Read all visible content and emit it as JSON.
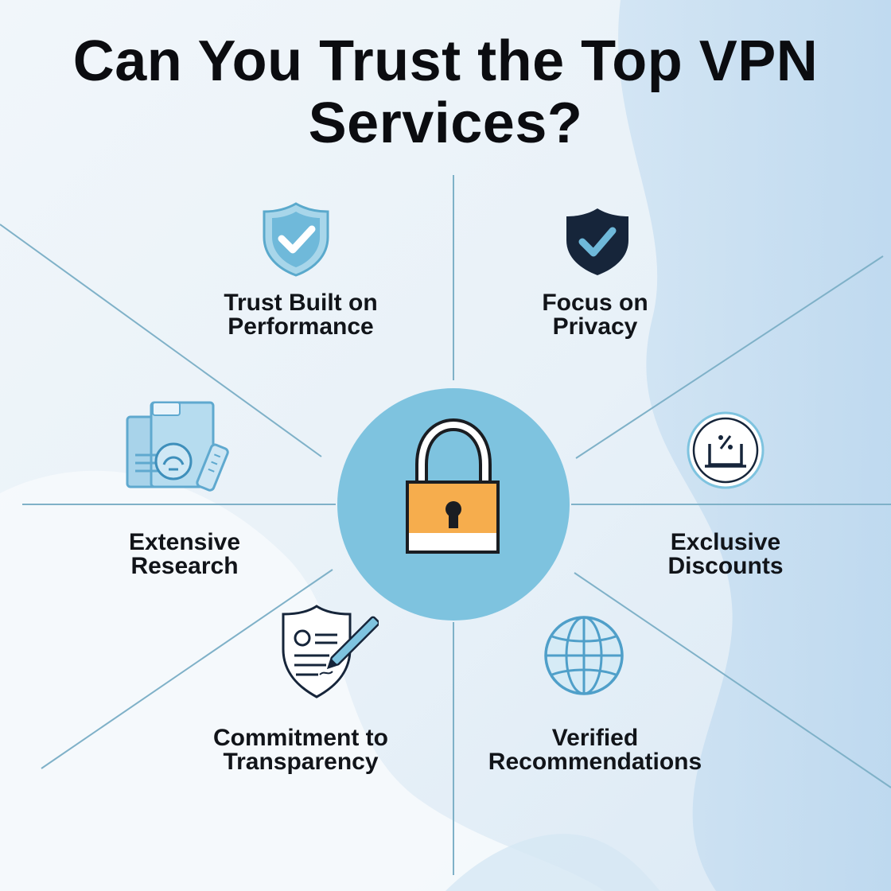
{
  "title": {
    "line1": "Can You Trust the Top VPN",
    "line2": "Services?"
  },
  "items": [
    {
      "id": "trust",
      "line1": "Trust Built on",
      "line2": "Performance",
      "icon": "shield-check-icon"
    },
    {
      "id": "privacy",
      "line1": "Focus on",
      "line2": "Privacy",
      "icon": "dark-shield-check-icon"
    },
    {
      "id": "research",
      "line1": "Extensive",
      "line2": "Research",
      "icon": "documents-icon"
    },
    {
      "id": "discounts",
      "line1": "Exclusive",
      "line2": "Discounts",
      "icon": "discount-laptop-icon"
    },
    {
      "id": "transparency",
      "line1": "Commitment to",
      "line2": "Transparency",
      "icon": "document-pen-icon"
    },
    {
      "id": "verified",
      "line1": "Verified",
      "line2": "Recommendations",
      "icon": "globe-icon"
    }
  ],
  "center_icon": "padlock-icon",
  "colors": {
    "background": "#eef4f9",
    "accent_blue": "#7ec3df",
    "line_blue": "#7fb1c8",
    "lock_orange": "#f6ad4d",
    "dark_navy": "#16253a",
    "text": "#111419"
  }
}
